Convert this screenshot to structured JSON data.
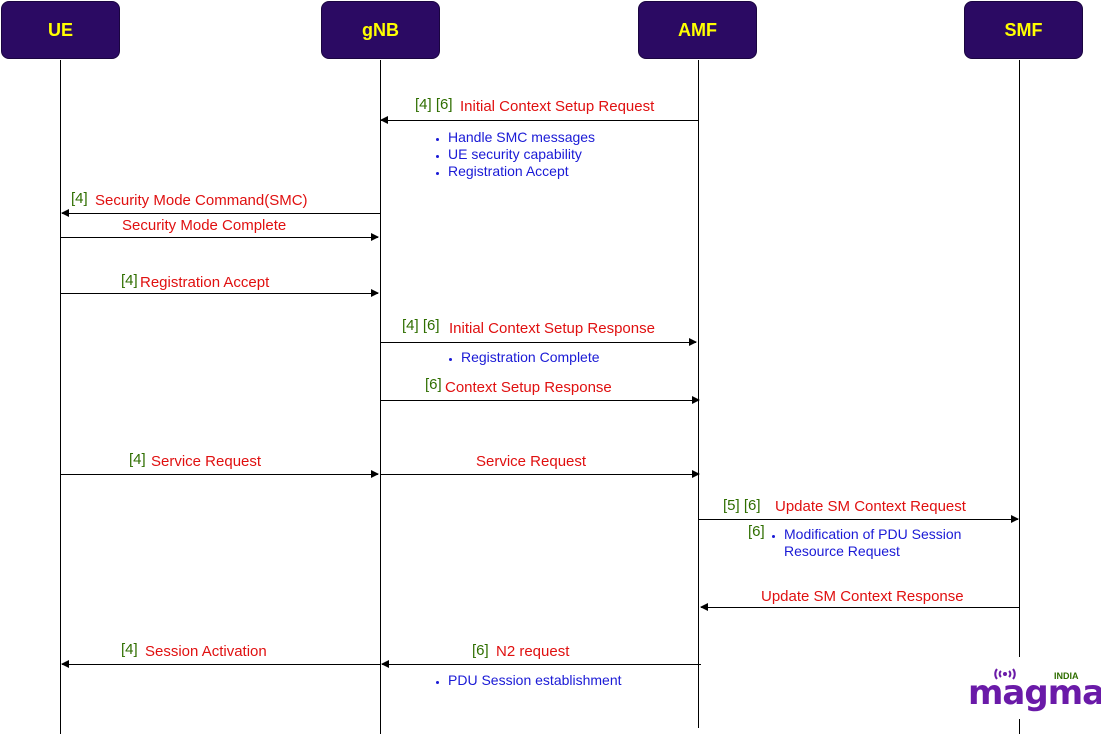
{
  "actors": {
    "ue": "UE",
    "gnb": "gNB",
    "amf": "AMF",
    "smf": "SMF"
  },
  "messages": {
    "m1": {
      "ref": "[4] [6]",
      "label": "Initial Context Setup Request",
      "bullets": [
        "Handle SMC messages",
        "UE security capability",
        "Registration Accept"
      ]
    },
    "m2": {
      "ref": "[4]",
      "label": "Security Mode Command(SMC)"
    },
    "m3": {
      "label": "Security Mode Complete"
    },
    "m4": {
      "ref": "[4]",
      "label": "Registration Accept"
    },
    "m5": {
      "ref": "[4] [6]",
      "label": "Initial Context Setup Response",
      "bullets": [
        "Registration Complete"
      ]
    },
    "m6": {
      "ref": "[6]",
      "label": "Context Setup Response"
    },
    "m7": {
      "ref": "[4]",
      "label": "Service Request"
    },
    "m8": {
      "label": "Service Request"
    },
    "m9": {
      "ref": "[5] [6]",
      "label": "Update SM Context Request",
      "note_ref": "[6]",
      "bullets": [
        "Modification of PDU Session",
        "Resource Request"
      ]
    },
    "m10": {
      "label": "Update SM Context Response"
    },
    "m11": {
      "ref": "[4]",
      "label": "Session Activation"
    },
    "m12": {
      "ref": "[6]",
      "label": "N2 request",
      "bullets": [
        "PDU Session establishment"
      ]
    }
  },
  "logo": {
    "text": "magma",
    "tag": "INDIA"
  },
  "colors": {
    "actor_bg": "#2b0a63",
    "actor_text": "#ffff00",
    "label": "#e01010",
    "ref": "#2f6e00",
    "bullet": "#1a1ad6"
  }
}
